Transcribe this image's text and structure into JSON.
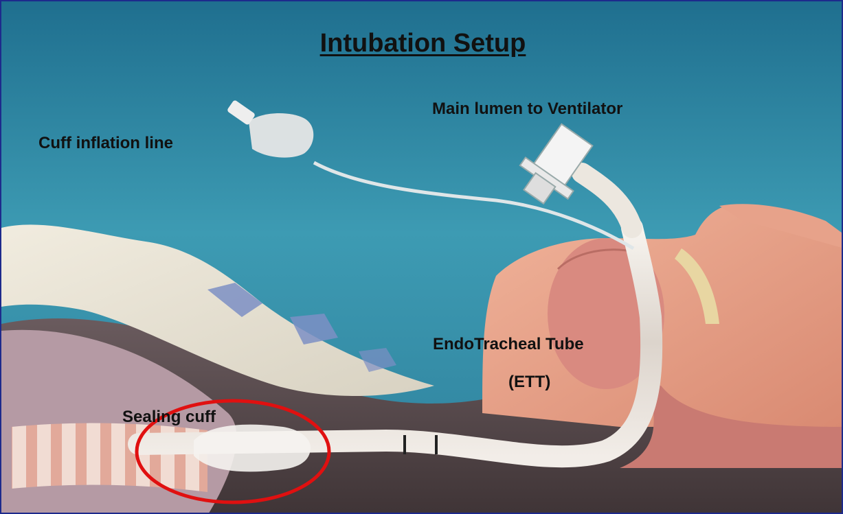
{
  "title": "Intubation Setup",
  "labels": {
    "cuff_inflation_line": "Cuff inflation line",
    "main_lumen": "Main lumen to Ventilator",
    "ett_name": "EndoTracheal Tube",
    "ett_abbrev": "(ETT)",
    "sealing_cuff": "Sealing cuff"
  },
  "colors": {
    "frame_border": "#1d2a8c",
    "highlight_ellipse": "#e01010",
    "background_sky": "#2f8fa6",
    "skin": "#e8a087"
  }
}
